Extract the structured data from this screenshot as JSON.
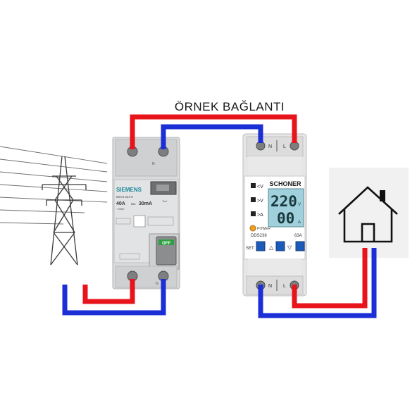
{
  "title": "ÖRNEK BAĞLANTI",
  "rcd": {
    "brand": "SIEMENS",
    "model": "5SV4 314-0",
    "rating": "40A",
    "sensitivity_prefix": "I∆n",
    "sensitivity": "30mA",
    "type_line": "~230V",
    "test_label": "Test",
    "top_terminal_n": "N",
    "switch_label": "OFF",
    "bottom_terminal_n": "N"
  },
  "meter": {
    "brand": "SCHONER",
    "voltage_label": "<V",
    "over_voltage_label": ">V",
    "current_label": ">A",
    "power_label": "POWER",
    "model": "DDS238",
    "amp_rating": "63A",
    "voltage_reading": "220",
    "voltage_unit": "V",
    "current_reading": "00",
    "current_unit": "A",
    "set_label": "SET",
    "up_symbol": "△",
    "down_symbol": "▽",
    "top_n": "N",
    "top_l": "L",
    "bottom_n": "N",
    "bottom_l": "L"
  },
  "colors": {
    "phase": "#e8141c",
    "neutral": "#1b2fd6",
    "device_body": "#d9dadb",
    "lcd_bg": "#9fd0dc",
    "button_blue": "#1e5bb8",
    "house_panel": "#f1f1f1"
  },
  "icons": [
    "power-tower-icon",
    "house-icon",
    "warning-led-icon"
  ]
}
